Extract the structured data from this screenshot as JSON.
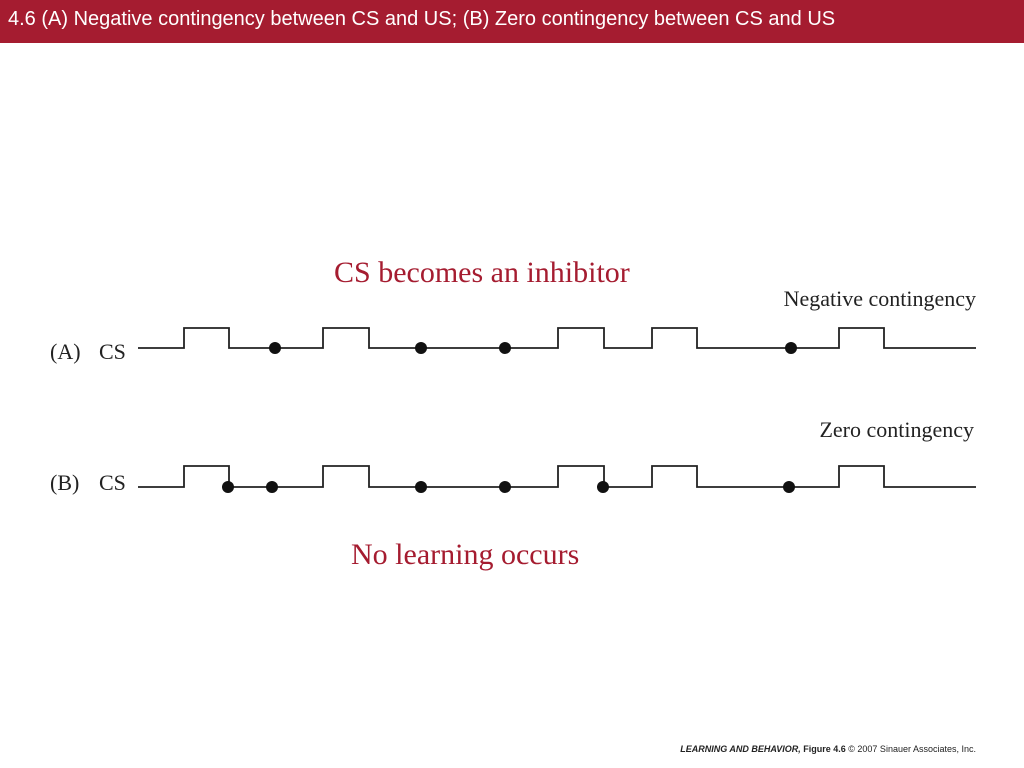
{
  "slide": {
    "title": "4.6  (A) Negative contingency between CS and US; (B) Zero contingency between CS and US",
    "title_bar_color": "#a51c30",
    "annotation_top": "CS becomes an inhibitor",
    "annotation_bottom": "No learning occurs",
    "annotation_color": "#a51c30"
  },
  "panel_a": {
    "letter": "(A)",
    "signal": "CS",
    "caption": "Negative contingency"
  },
  "panel_b": {
    "letter": "(B)",
    "signal": "CS",
    "caption": "Zero contingency"
  },
  "footer": {
    "book": "LEARNING AND BEHAVIOR,",
    "figure": "Figure 4.6",
    "copyright": "© 2007 Sinauer Associates, Inc."
  }
}
